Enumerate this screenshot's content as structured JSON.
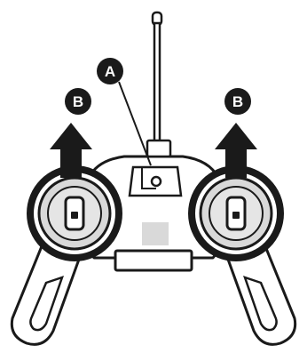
{
  "callouts": {
    "antenna_switch": "A",
    "left_stick": "B",
    "right_stick": "B"
  },
  "colors": {
    "ink": "#1a1a1a",
    "white": "#ffffff",
    "light_gray": "#d9d9d9",
    "mid_gray": "#bdbdbd"
  }
}
